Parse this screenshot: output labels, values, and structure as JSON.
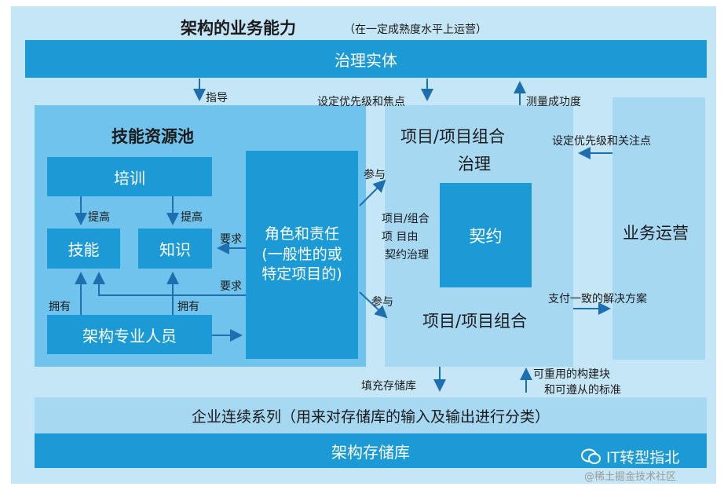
{
  "title": {
    "main": "架构的业务能力",
    "note": "（在一定成熟度水平上运营）"
  },
  "governance_entity": "治理实体",
  "skills_pool": {
    "title": "技能资源池",
    "training": "培训",
    "skills": "技能",
    "knowledge": "知识",
    "improve_left": "提高",
    "improve_right": "提高",
    "architects": "架构专业人员",
    "own_left": "拥有",
    "own_right": "拥有",
    "require_top": "要求",
    "require_bottom": "要求",
    "roles": [
      "角色和责任",
      "(一般性的或",
      "特定项目的)"
    ]
  },
  "flows": {
    "guide": "指导",
    "set_priority_focus": "设定优先级和焦点",
    "measure_success": "测量成功度",
    "set_priority_attention": "设定优先级和关注点",
    "participate_top": "参与",
    "participate_bottom": "参与",
    "governed_by_contract": [
      "项目/组合",
      "项 目由",
      "契约治理"
    ],
    "deliver_solution": "支付一致的解决方案",
    "populate_repository": "填充存储库",
    "reusable_blocks": [
      "可重用的构建块",
      "和可遵从的标准"
    ]
  },
  "portfolio_governance": [
    "项目/项目组合",
    "治理"
  ],
  "contract": "契约",
  "portfolio": "项目/项目组合",
  "business_operations": "业务运营",
  "enterprise_continuum": "企业连续系列（用来对存储库的输入及输出进行分类）",
  "architecture_repository": "架构存储库",
  "watermark": {
    "brand": "IT转型指北",
    "source": "@稀土掘金技术社区"
  },
  "colors": {
    "dark": "#1b9ad6",
    "mid": "#6fc3ec",
    "light": "#a6d8f2",
    "background": "#c5e6f6",
    "arrow": "#1e6fb0"
  }
}
